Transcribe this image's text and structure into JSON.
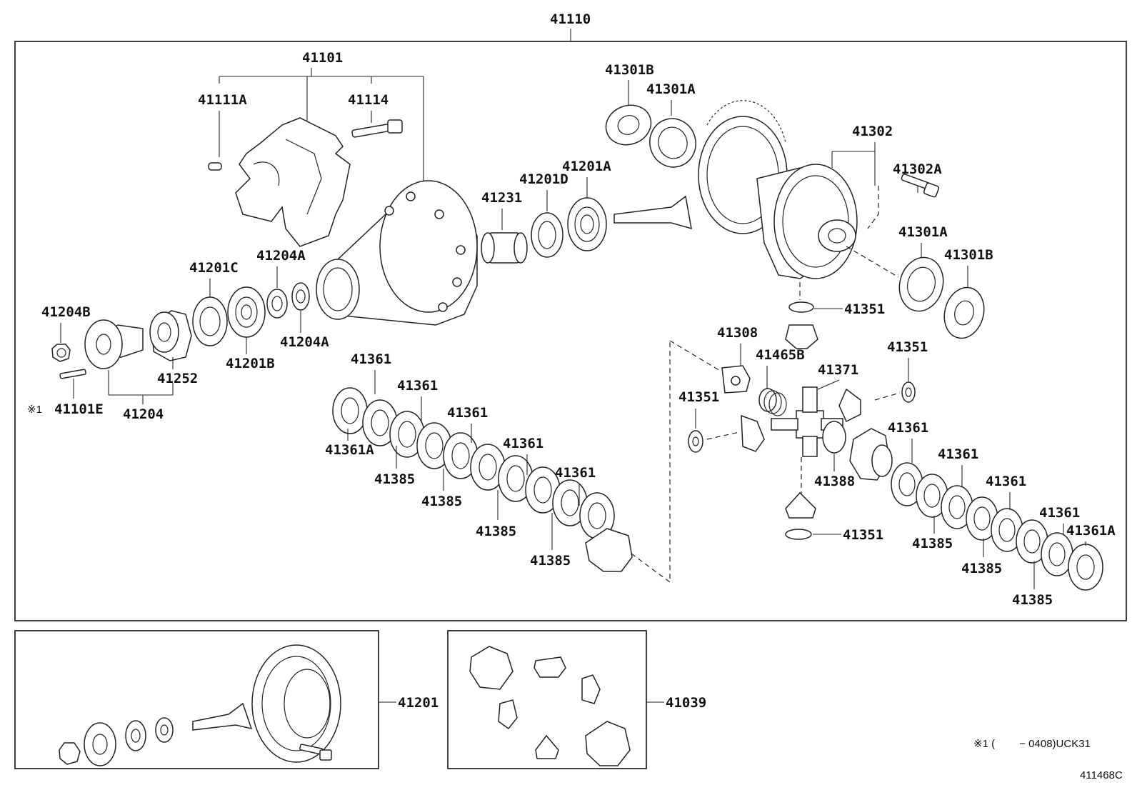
{
  "labels": {
    "assy": "41110",
    "carrier": "41101",
    "pin": "41111A",
    "bolt_carrier": "41114",
    "bearing_outer_b": "41301B",
    "bearing_outer_a": "41301A",
    "case_assy": "41302",
    "case_bolt": "41302A",
    "spacer": "41231",
    "bearing_d": "41201D",
    "bearing_a": "41201A",
    "bearing_c": "41201C",
    "washer_a_top": "41204A",
    "nut": "41204B",
    "seal": "41252",
    "bearing_b": "41201B",
    "washer_a_bottom": "41204A",
    "flange": "41204",
    "stud": "41101E",
    "stud_note": "※1",
    "bearing_a_right": "41301A",
    "bearing_b_right": "41301B",
    "thrust_top": "41351",
    "plate_41308": "41308",
    "spring": "41465B",
    "spider": "41371",
    "thrust_right": "41351",
    "thrust_left": "41351",
    "thrust_bottom": "41351",
    "side_washer": "41388",
    "clutch_labels_left": [
      "41361",
      "41361",
      "41361",
      "41361",
      "41361"
    ],
    "clutch_a_left": "41361A",
    "plates_left": [
      "41385",
      "41385",
      "41385",
      "41385"
    ],
    "clutch_labels_right": [
      "41361",
      "41361",
      "41361",
      "41361"
    ],
    "clutch_a_right": "41361A",
    "plates_right": [
      "41385",
      "41385",
      "41385"
    ],
    "gear_set": "41201",
    "gear_kit": "41039",
    "footnote": "※1 (　　 − 0408)UCK31",
    "drawing_no": "411468C"
  }
}
